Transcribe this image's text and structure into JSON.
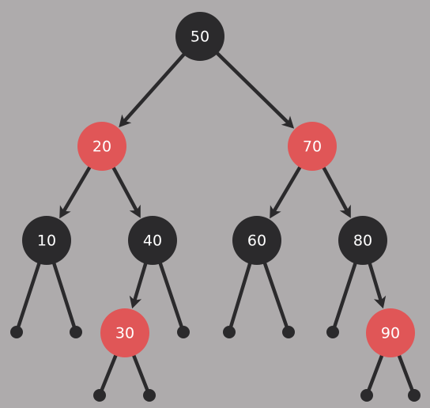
{
  "colors": {
    "background": "#aeabac",
    "black_node": "#2b2a2c",
    "red_node": "#e05657",
    "edge": "#2b2a2c",
    "leaf": "#2b2a2c",
    "label": "#ffffff"
  },
  "tree": {
    "nodes": [
      {
        "id": "n50",
        "label": "50",
        "color": "black"
      },
      {
        "id": "n20",
        "label": "20",
        "color": "red"
      },
      {
        "id": "n70",
        "label": "70",
        "color": "red"
      },
      {
        "id": "n10",
        "label": "10",
        "color": "black"
      },
      {
        "id": "n40",
        "label": "40",
        "color": "black"
      },
      {
        "id": "n60",
        "label": "60",
        "color": "black"
      },
      {
        "id": "n80",
        "label": "80",
        "color": "black"
      },
      {
        "id": "n30",
        "label": "30",
        "color": "red"
      },
      {
        "id": "n90",
        "label": "90",
        "color": "red"
      }
    ],
    "edges": [
      {
        "from": "n50",
        "to": "n20",
        "arrow": true
      },
      {
        "from": "n50",
        "to": "n70",
        "arrow": true
      },
      {
        "from": "n20",
        "to": "n10",
        "arrow": true
      },
      {
        "from": "n20",
        "to": "n40",
        "arrow": true
      },
      {
        "from": "n70",
        "to": "n60",
        "arrow": true
      },
      {
        "from": "n70",
        "to": "n80",
        "arrow": true
      },
      {
        "from": "n40",
        "to": "n30",
        "arrow": true
      },
      {
        "from": "n80",
        "to": "n90",
        "arrow": true
      },
      {
        "from": "n10",
        "to": "nil-10-left",
        "arrow": false
      },
      {
        "from": "n10",
        "to": "nil-10-right",
        "arrow": false
      },
      {
        "from": "n40",
        "to": "nil-40-right",
        "arrow": false
      },
      {
        "from": "n60",
        "to": "nil-60-left",
        "arrow": false
      },
      {
        "from": "n60",
        "to": "nil-60-right",
        "arrow": false
      },
      {
        "from": "n80",
        "to": "nil-80-left",
        "arrow": false
      },
      {
        "from": "n30",
        "to": "nil-30-left",
        "arrow": false
      },
      {
        "from": "n30",
        "to": "nil-30-right",
        "arrow": false
      },
      {
        "from": "n90",
        "to": "nil-90-left",
        "arrow": false
      },
      {
        "from": "n90",
        "to": "nil-90-right",
        "arrow": false
      }
    ],
    "nil_leaves": [
      "nil-10-left",
      "nil-10-right",
      "nil-40-right",
      "nil-60-left",
      "nil-60-right",
      "nil-80-left",
      "nil-30-left",
      "nil-30-right",
      "nil-90-left",
      "nil-90-right"
    ]
  }
}
